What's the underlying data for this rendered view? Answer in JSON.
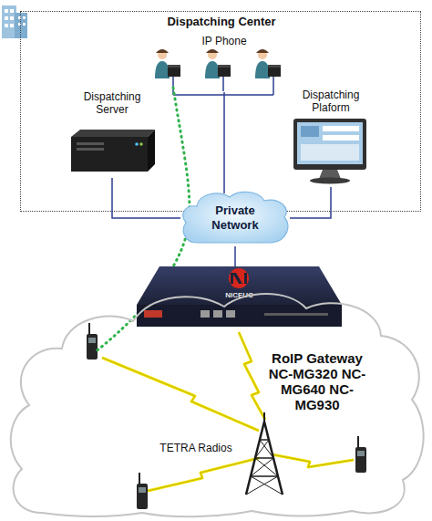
{
  "diagram": {
    "nodes": [
      {
        "text": [
          "Dispatching Center"
        ]
      },
      {
        "text": [
          "IP Phone"
        ],
        "in": 0
      },
      {
        "text": [
          "Dispatching Server"
        ],
        "in": 0
      },
      {
        "text": [
          "Dispatching Plaform"
        ],
        "in": 0
      },
      {
        "text": [
          "Private Network"
        ]
      },
      {
        "text": [
          "NICEUC",
          "RoIP Gateway NC-MG320 NC-MG640 NC-MG930"
        ]
      },
      {
        "text": [
          "TETRA Radios"
        ]
      }
    ],
    "edges": [
      {
        "from": 1,
        "to": 4,
        "arrow": "none"
      },
      {
        "from": 2,
        "to": 4,
        "arrow": "none"
      },
      {
        "from": 3,
        "to": 4,
        "arrow": "none"
      },
      {
        "from": 4,
        "to": 5,
        "arrow": "none"
      }
    ]
  }
}
